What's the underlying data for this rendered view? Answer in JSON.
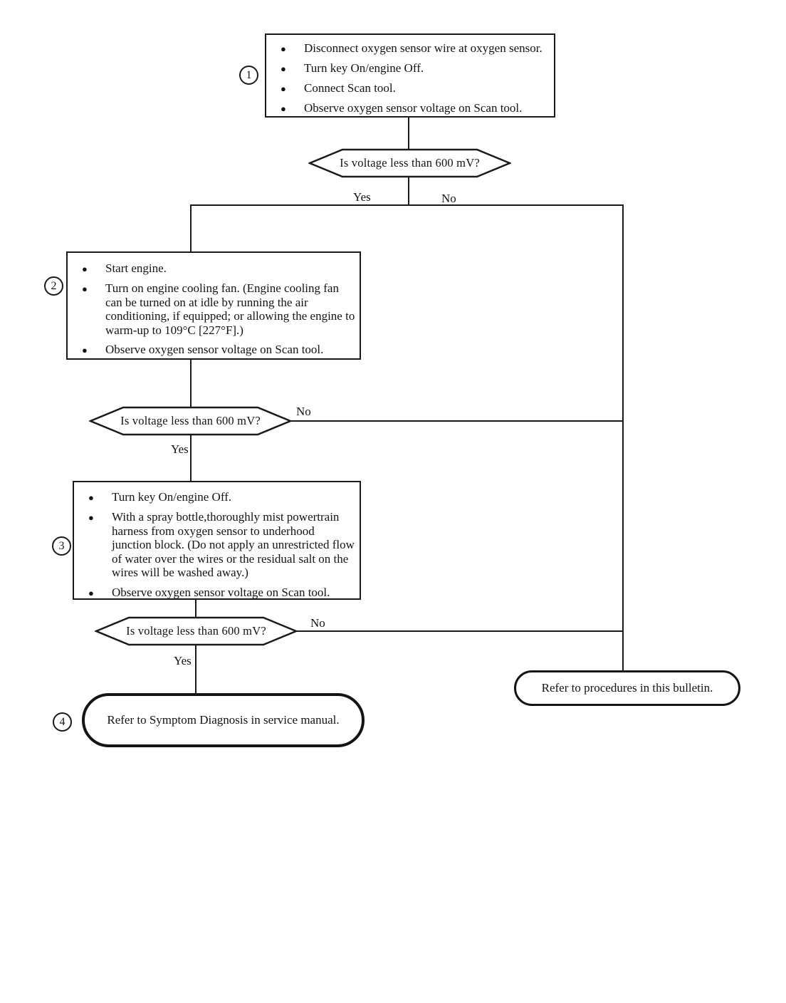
{
  "flow": {
    "step1": {
      "number": "1",
      "bullets": [
        "Disconnect oxygen sensor wire at oxygen sensor.",
        "Turn key On/engine Off.",
        "Connect Scan tool.",
        "Observe oxygen sensor voltage on Scan tool."
      ]
    },
    "decision1": {
      "question": "Is voltage less than 600 mV?",
      "yes": "Yes",
      "no": "No"
    },
    "step2": {
      "number": "2",
      "bullets": [
        "Start engine.",
        "Turn on engine cooling fan. (Engine cooling fan can be turned on at idle by running the air conditioning, if equipped; or allowing the engine to warm-up to 109°C [227°F].)",
        "Observe oxygen sensor voltage on Scan tool."
      ]
    },
    "decision2": {
      "question": "Is voltage less than 600 mV?",
      "yes": "Yes",
      "no": "No"
    },
    "step3": {
      "number": "3",
      "bullets": [
        "Turn key On/engine Off.",
        "With a spray bottle,thoroughly mist powertrain harness from oxygen sensor to underhood junction block. (Do not apply an unrestricted flow of water over the wires or the residual salt on the wires will be washed away.)",
        "Observe oxygen sensor voltage on Scan tool."
      ]
    },
    "decision3": {
      "question": "Is voltage less than 600 mV?",
      "yes": "Yes",
      "no": "No"
    },
    "terminal_left": {
      "number": "4",
      "label": "Refer to Symptom Diagnosis in service manual."
    },
    "terminal_right": {
      "label": "Refer to procedures in this bulletin."
    }
  }
}
